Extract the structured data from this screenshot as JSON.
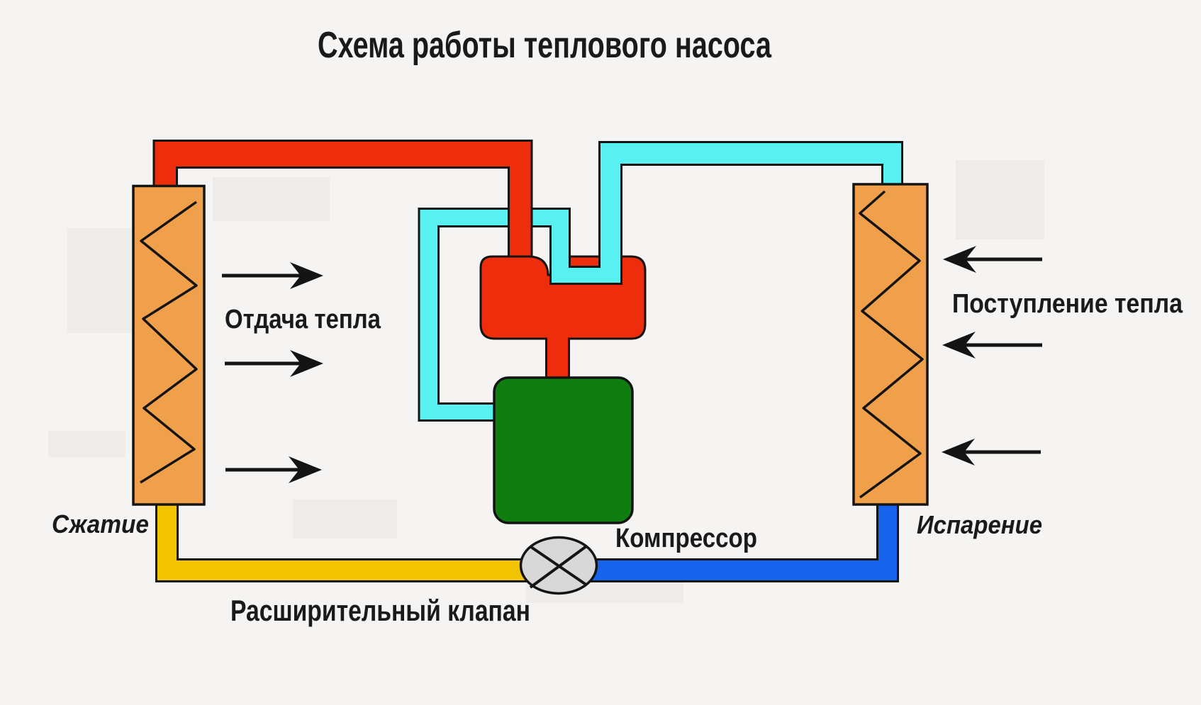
{
  "title": "Схема работы теплового насоса",
  "labels": {
    "heat_release": "Отдача тепла",
    "heat_intake": "Поступление тепла",
    "compression": "Сжатие",
    "evaporation": "Испарение",
    "compressor": "Компрессор",
    "expansion_valve": "Расширительный клапан"
  },
  "colors": {
    "background": "#F5F4F2",
    "outline": "#141414",
    "text": "#1A1A1A",
    "hot_pipe": "#EE2D0C",
    "exchanger": "#F0A04A",
    "cold_pipe": "#58F0F0",
    "compressor": "#0F7D0F",
    "liquid_pipe": "#F2C402",
    "return_pipe": "#1763EC",
    "valve": "#D8D8D8"
  },
  "arrows": {
    "heat_out_count": 3,
    "heat_in_count": 3
  }
}
